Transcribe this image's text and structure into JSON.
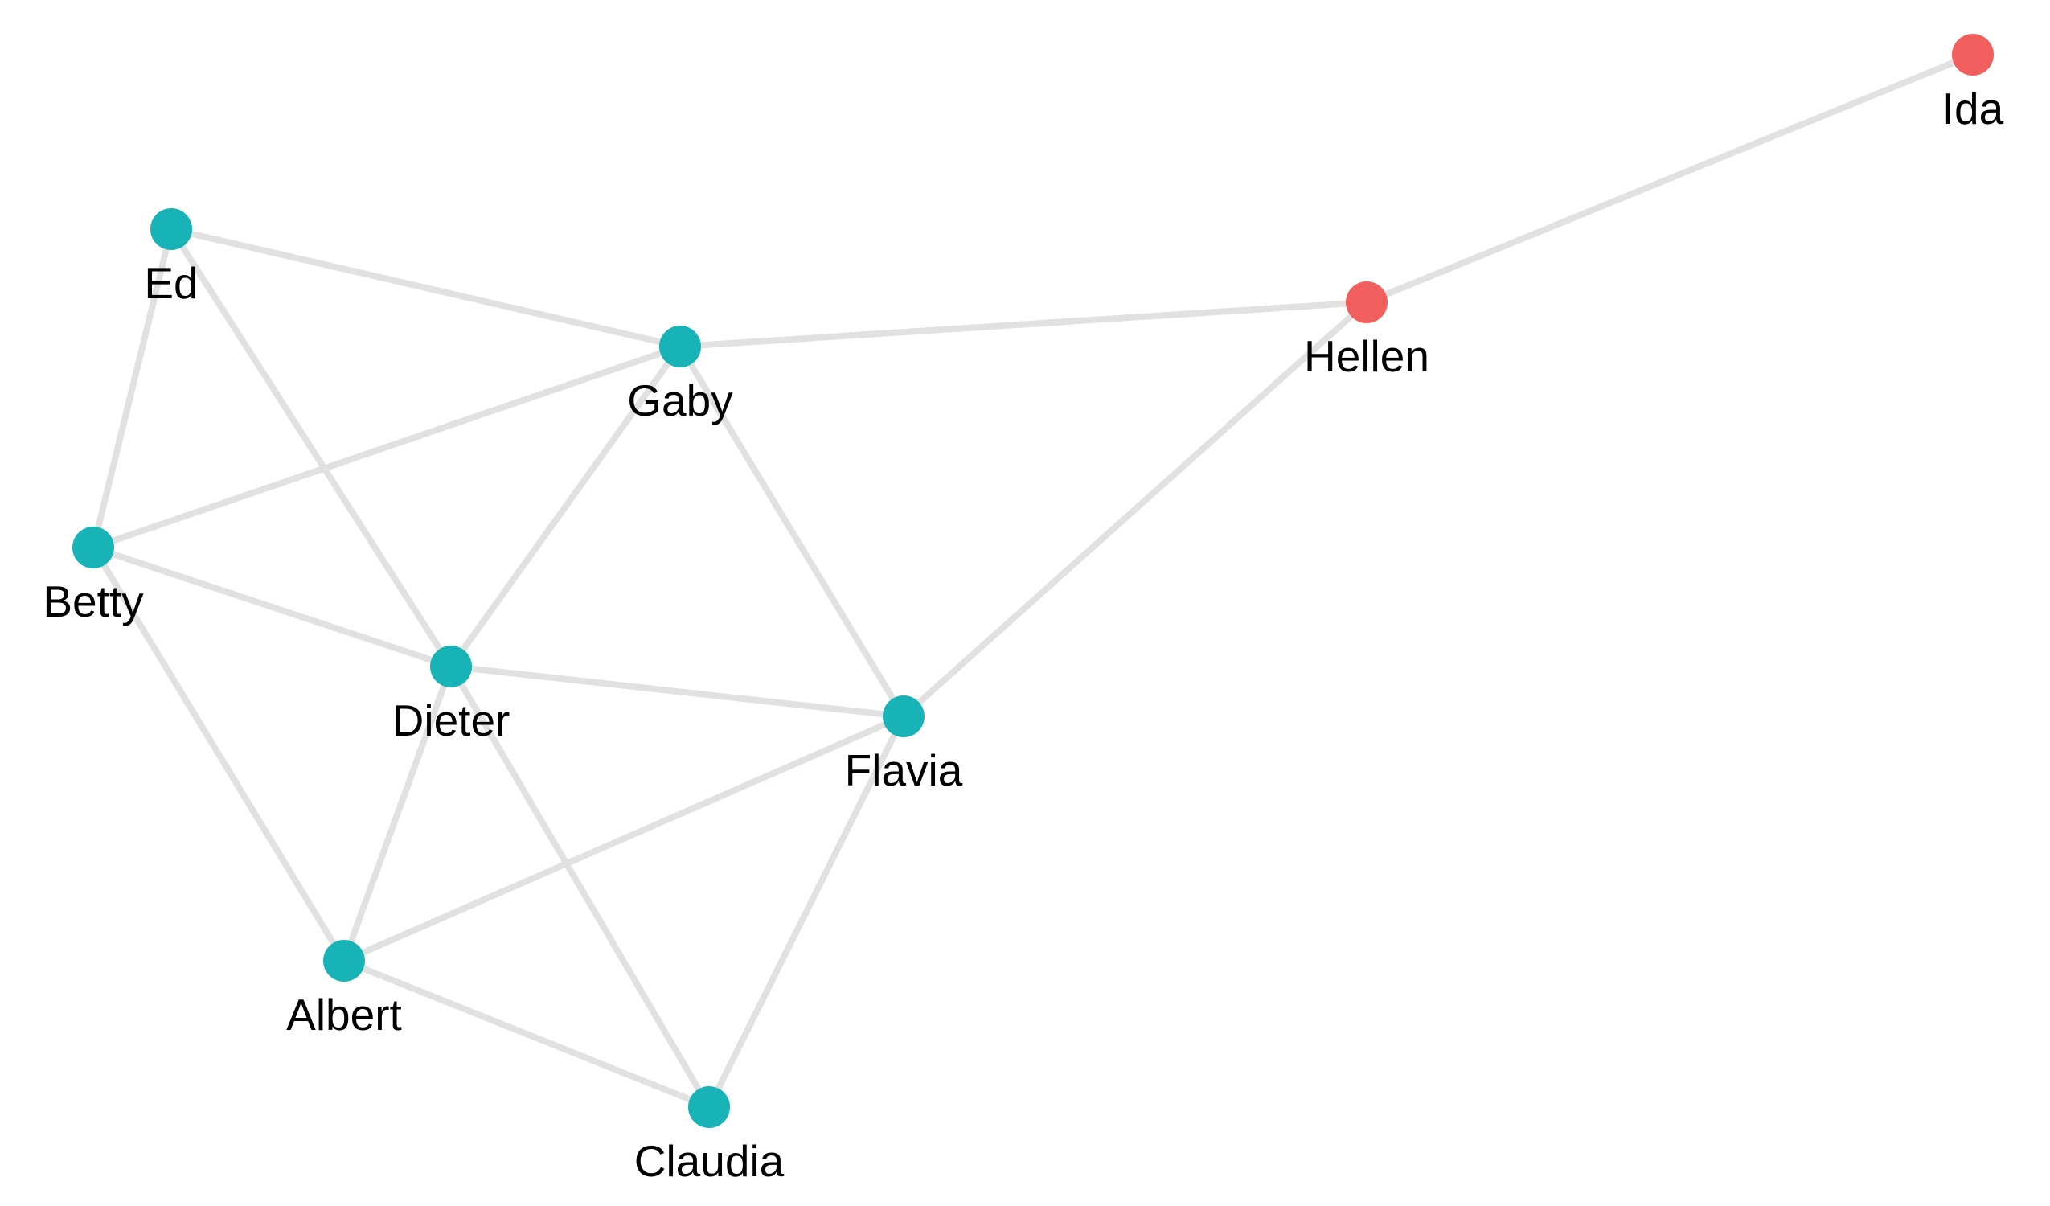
{
  "graph": {
    "colors": {
      "edge": "#e1e1e1",
      "group_main": "#17b3b7",
      "group_other": "#f05f5d",
      "label": "#000000"
    },
    "nodes": [
      {
        "id": "ed",
        "label": "Ed",
        "group": "main"
      },
      {
        "id": "gaby",
        "label": "Gaby",
        "group": "main"
      },
      {
        "id": "betty",
        "label": "Betty",
        "group": "main"
      },
      {
        "id": "dieter",
        "label": "Dieter",
        "group": "main"
      },
      {
        "id": "flavia",
        "label": "Flavia",
        "group": "main"
      },
      {
        "id": "albert",
        "label": "Albert",
        "group": "main"
      },
      {
        "id": "claudia",
        "label": "Claudia",
        "group": "main"
      },
      {
        "id": "hellen",
        "label": "Hellen",
        "group": "other"
      },
      {
        "id": "ida",
        "label": "Ida",
        "group": "other"
      }
    ],
    "edges": [
      [
        "ed",
        "gaby"
      ],
      [
        "ed",
        "betty"
      ],
      [
        "ed",
        "dieter"
      ],
      [
        "gaby",
        "betty"
      ],
      [
        "gaby",
        "dieter"
      ],
      [
        "gaby",
        "flavia"
      ],
      [
        "gaby",
        "hellen"
      ],
      [
        "betty",
        "dieter"
      ],
      [
        "betty",
        "albert"
      ],
      [
        "dieter",
        "flavia"
      ],
      [
        "dieter",
        "albert"
      ],
      [
        "dieter",
        "claudia"
      ],
      [
        "flavia",
        "albert"
      ],
      [
        "flavia",
        "claudia"
      ],
      [
        "flavia",
        "hellen"
      ],
      [
        "albert",
        "claudia"
      ],
      [
        "hellen",
        "ida"
      ]
    ]
  }
}
